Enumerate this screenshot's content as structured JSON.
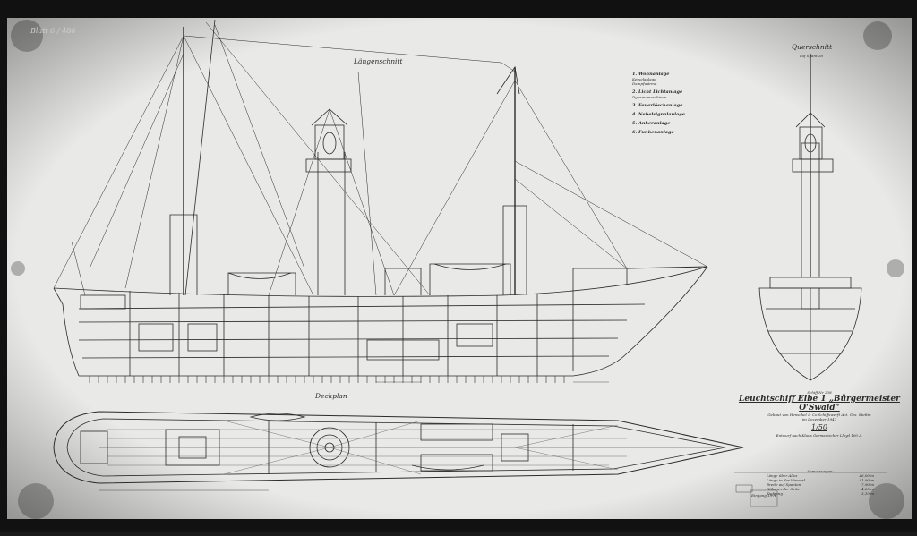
{
  "sheet": {
    "number": "Blatt 6 / 486",
    "colors": {
      "paper": "#e9e9e7",
      "ink": "#2b2b2b",
      "frame": "#101010"
    }
  },
  "views": {
    "longitudinal": "Längenschnitt",
    "cross_section": "Querschnitt",
    "cross_scale": "auf Spant 18",
    "deck_plan": "Deckplan"
  },
  "legend": [
    {
      "id": "1",
      "title": "1. Wohnanlage",
      "lines": [
        "Kesselanlage",
        "Dampfwärme"
      ]
    },
    {
      "id": "2",
      "title": "2. Licht Lichtanlage",
      "lines": [
        "Dynamomaschinen"
      ]
    },
    {
      "id": "3",
      "title": "3. Feuerlöschanlage",
      "lines": []
    },
    {
      "id": "4",
      "title": "4. Nebelsignalanlage",
      "lines": []
    },
    {
      "id": "5",
      "title": "5. Ankeranlage",
      "lines": []
    },
    {
      "id": "6",
      "title": "6. Funkenanlage",
      "lines": []
    }
  ],
  "title_block": {
    "number": "Schiff Nr 238",
    "title": "Leuchtschiff Elbe 1 „Bürgermeister O'Swald“",
    "builder": "Gebaut von Henschel & Co Schiffswerft Act. Ges. Stettin",
    "date": "im Dezember 1947",
    "scale": "1/50",
    "scale_note": "Entwurf nach Klaus Germanischer Lloyd 100 A.",
    "dims_heading": "Abmessungen:",
    "dimensions": [
      {
        "label": "Länge über Alles",
        "value": "46,00 m"
      },
      {
        "label": "Länge in der Wasserl.",
        "value": "41,90 m"
      },
      {
        "label": "Breite auf Spanten",
        "value": "7,90 m"
      },
      {
        "label": "Höhe an der Seite",
        "value": "4,25 m"
      },
      {
        "label": "Tiefgang",
        "value": "3,10 m"
      }
    ]
  },
  "stamps": [
    "Eingang 1976"
  ]
}
